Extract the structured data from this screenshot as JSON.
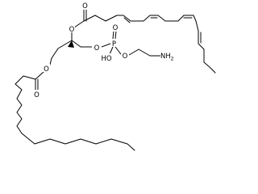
{
  "structure": {
    "atom_labels": {
      "o_top": "O",
      "o_mid": "O",
      "o_ester_left": "O",
      "o_carbonyl_left": "O",
      "o_phos_left": "O",
      "o_phos_top": "O",
      "p": "P",
      "o_phos_right": "O",
      "ho": "HO",
      "nh2": "NH",
      "nh2_sub": "2"
    },
    "colors": {
      "bond": "#000000",
      "text": "#000000",
      "background": "#ffffff"
    }
  }
}
